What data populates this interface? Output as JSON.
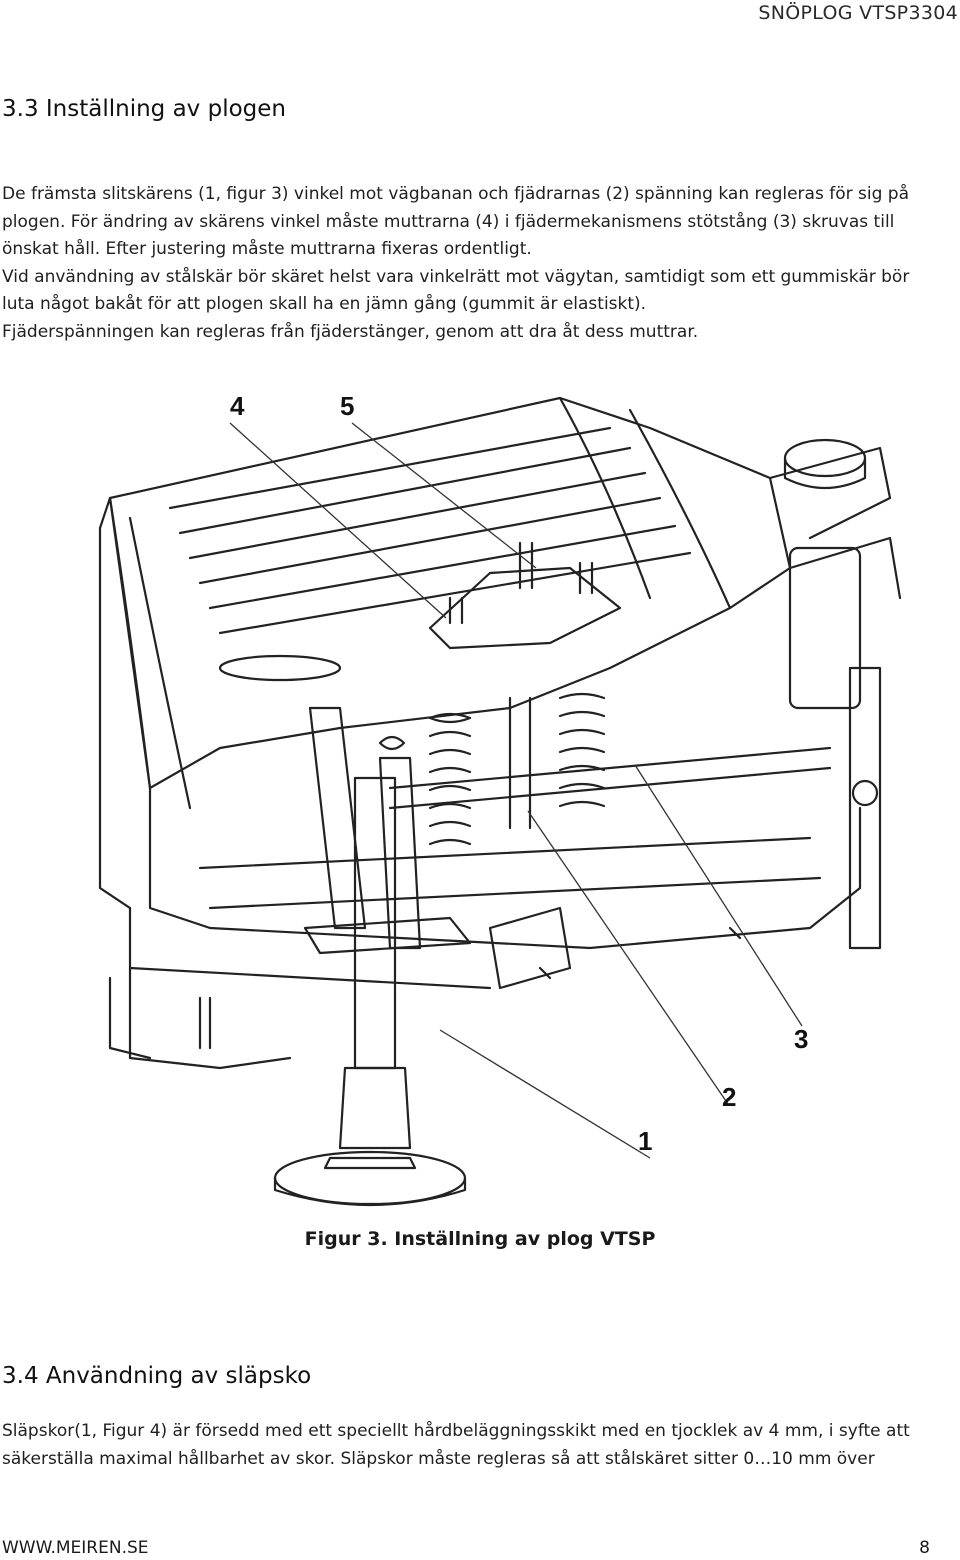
{
  "header": {
    "title": "SNÖPLOG VTSP3304"
  },
  "section_3_3": {
    "title": "3.3 Inställning av plogen",
    "lines": [
      "De främsta slitskärens (1, figur 3) vinkel mot vägbanan och fjädrarnas (2) spänning kan regleras för sig på",
      "plogen. För ändring av skärens vinkel måste muttrarna (4) i fjädermekanismens stötstång (3) skruvas till",
      "önskat håll. Efter justering måste muttrarna fixeras ordentligt.",
      "Vid användning av stålskär bör skäret helst vara vinkelrätt mot vägytan, samtidigt som ett gummiskär bör",
      "luta något bakåt för att plogen skall ha en jämn gång (gummit är elastiskt).",
      "Fjäderspänningen kan regleras från fjäderstänger, genom att dra åt dess muttrar."
    ]
  },
  "figure": {
    "callouts": [
      "4",
      "5",
      "3",
      "2",
      "1"
    ],
    "caption": "Figur 3. Inställning av plog VTSP"
  },
  "section_3_4": {
    "title": "3.4 Användning av släpsko",
    "lines": [
      "Släpskor(1, Figur 4) är försedd med ett speciellt hårdbeläggningsskikt med en tjocklek av 4 mm, i syfte att",
      "säkerställa maximal hållbarhet av skor. Släpskor måste regleras så att stålskäret sitter 0…10 mm över"
    ]
  },
  "footer": {
    "site": "WWW.MEIREN.SE",
    "page": "8"
  }
}
